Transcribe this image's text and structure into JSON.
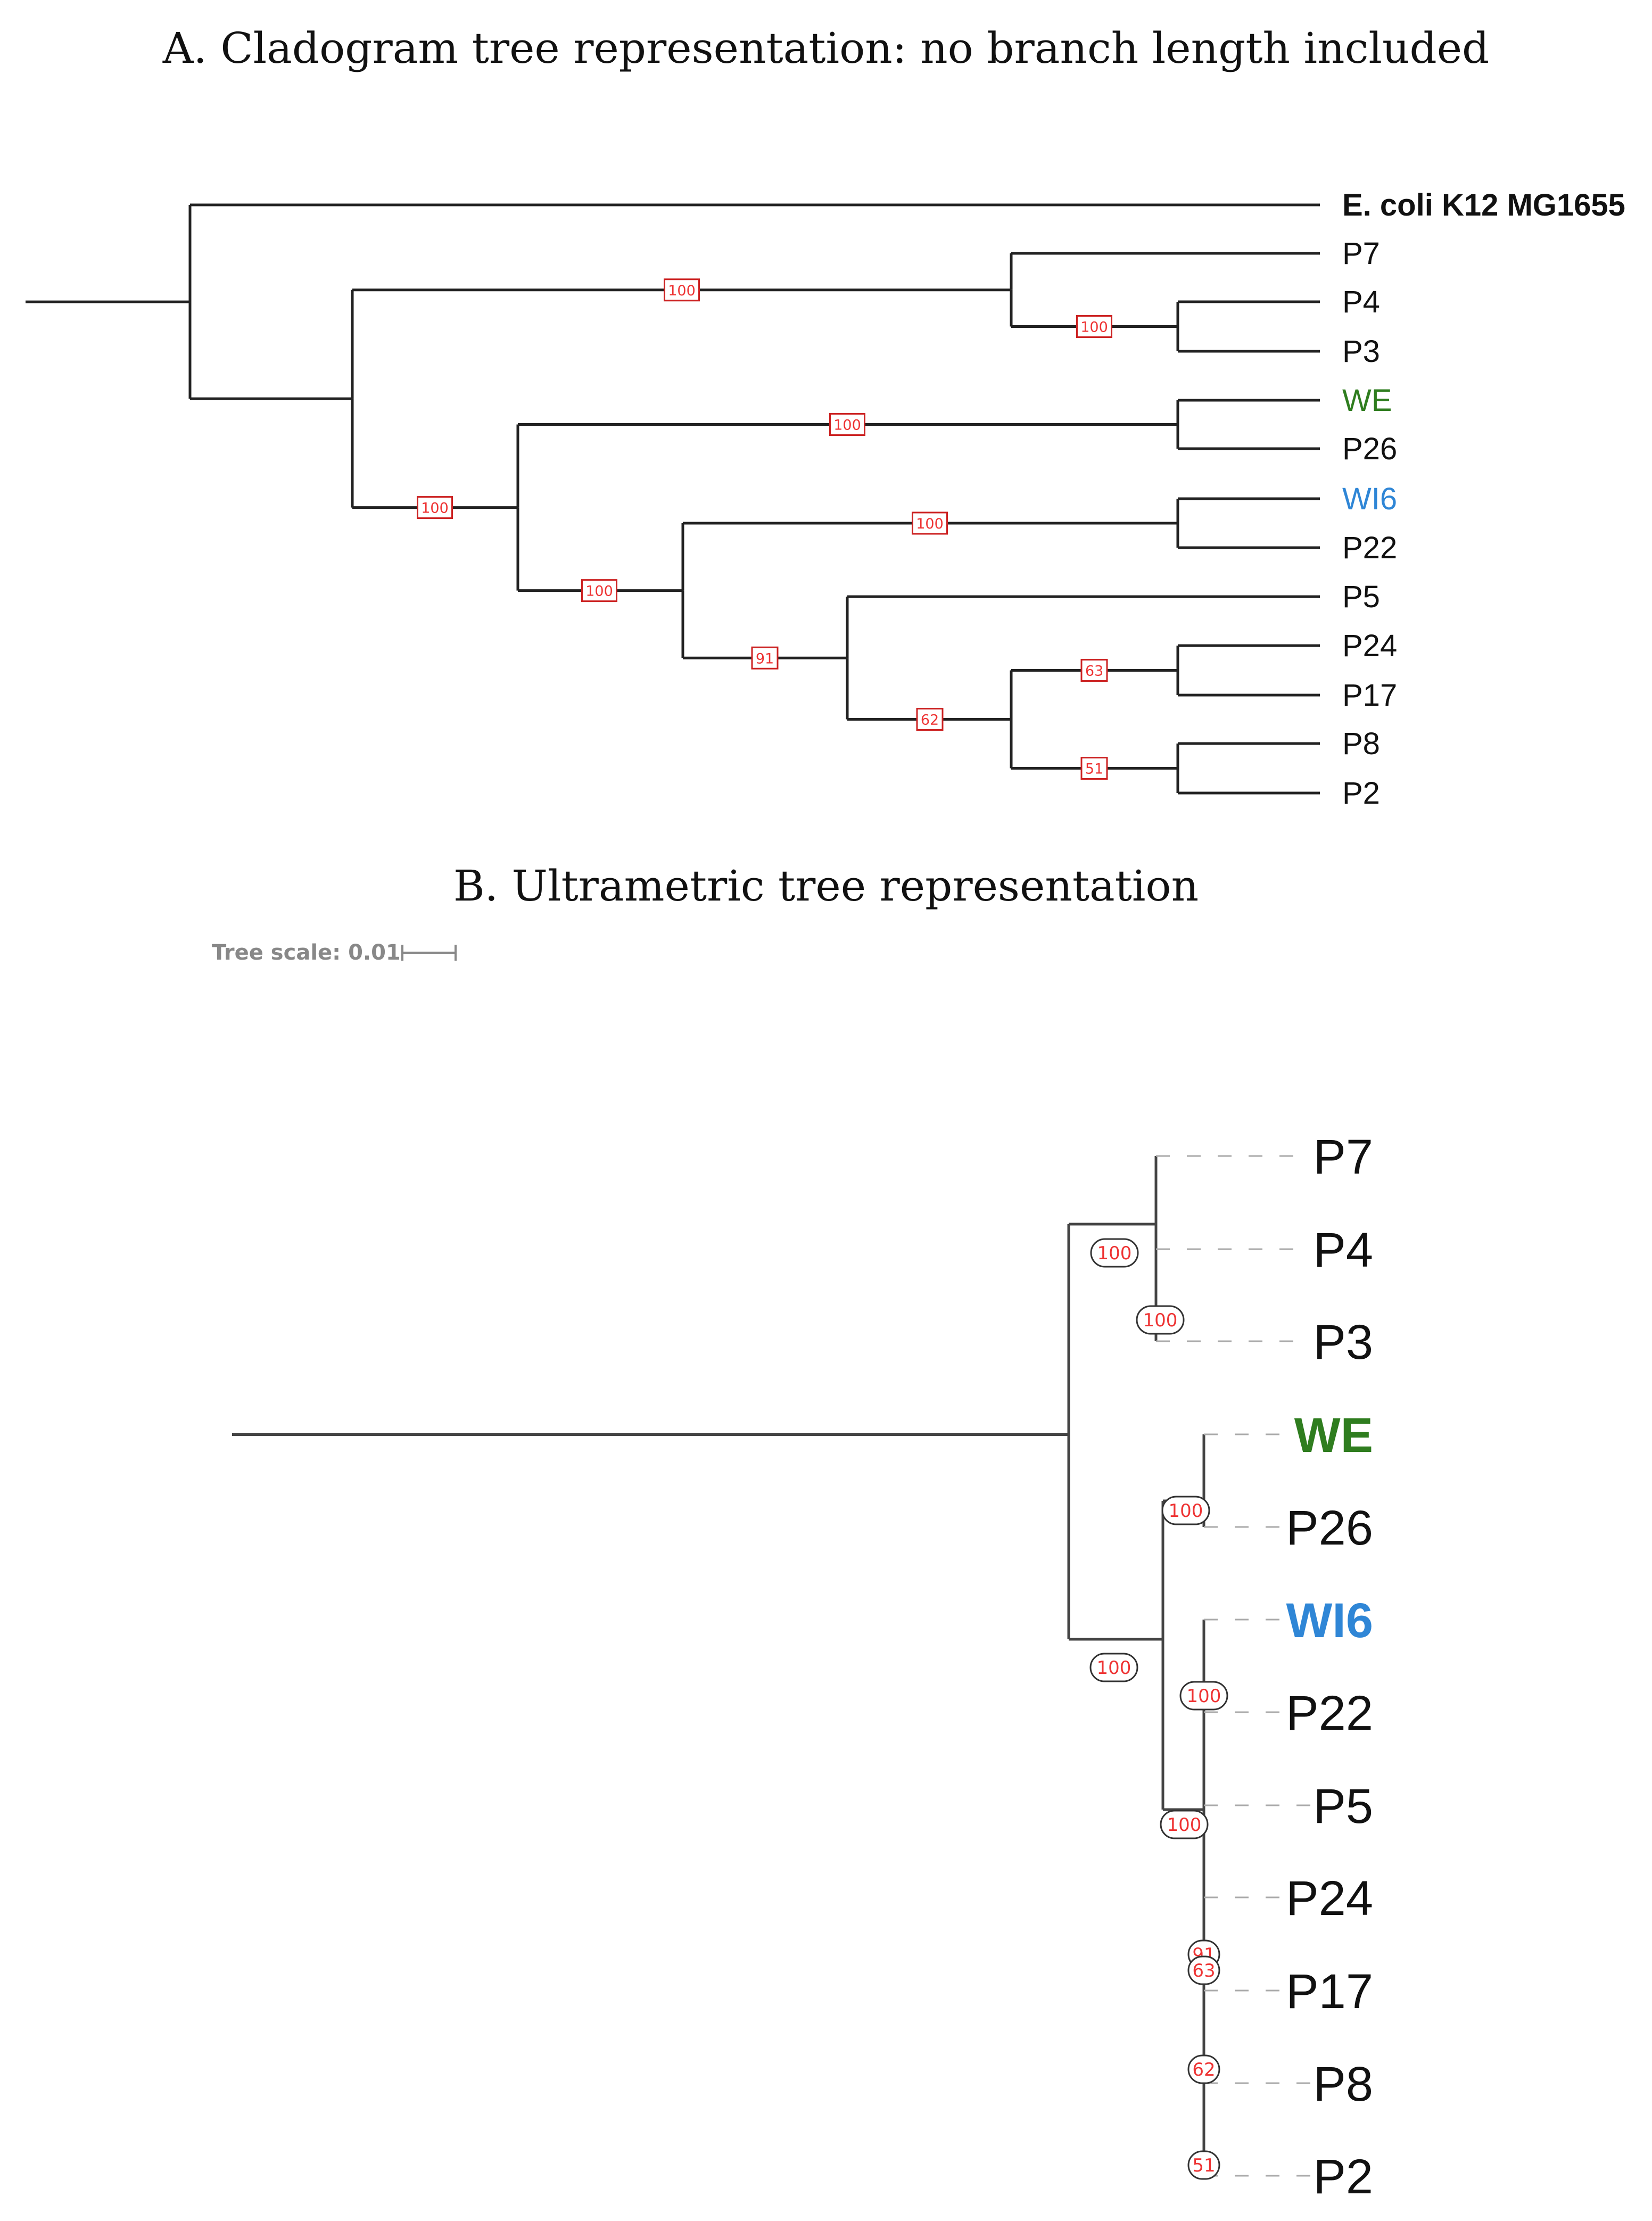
{
  "panel_a": {
    "title": "A. Cladogram tree representation: no branch length included",
    "leaves": [
      {
        "label": "E. coli K12 MG1655",
        "color": "#111111",
        "bold": true
      },
      {
        "label": "P7",
        "color": "#111111"
      },
      {
        "label": "P4",
        "color": "#111111"
      },
      {
        "label": "P3",
        "color": "#111111"
      },
      {
        "label": "WE",
        "color": "#2f7d1f"
      },
      {
        "label": "P26",
        "color": "#111111"
      },
      {
        "label": "WI6",
        "color": "#2f86d6"
      },
      {
        "label": "P22",
        "color": "#111111"
      },
      {
        "label": "P5",
        "color": "#111111"
      },
      {
        "label": "P24",
        "color": "#111111"
      },
      {
        "label": "P17",
        "color": "#111111"
      },
      {
        "label": "P8",
        "color": "#111111"
      },
      {
        "label": "P2",
        "color": "#111111"
      }
    ],
    "bootstrap": {
      "n_p7p4p3": "100",
      "n_p4p3": "100",
      "n_ingroup": "100",
      "n_wep26": "100",
      "n_rest": "100",
      "n_wi6p22": "100",
      "n_p5group": "91",
      "n_p24p17p8p2": "62",
      "n_p24p17": "63",
      "n_p8p2": "51"
    }
  },
  "panel_b": {
    "title": "B. Ultrametric tree representation",
    "scale_label": "Tree scale: 0.01",
    "leaves": [
      {
        "label": "P7",
        "color": "#111111"
      },
      {
        "label": "P4",
        "color": "#111111"
      },
      {
        "label": "P3",
        "color": "#111111"
      },
      {
        "label": "WE",
        "color": "#2f7d1f",
        "bold": true
      },
      {
        "label": "P26",
        "color": "#111111"
      },
      {
        "label": "WI6",
        "color": "#2f86d6",
        "bold": true
      },
      {
        "label": "P22",
        "color": "#111111"
      },
      {
        "label": "P5",
        "color": "#111111"
      },
      {
        "label": "P24",
        "color": "#111111"
      },
      {
        "label": "P17",
        "color": "#111111"
      },
      {
        "label": "P8",
        "color": "#111111"
      },
      {
        "label": "P2",
        "color": "#111111"
      }
    ],
    "bootstrap": [
      "100",
      "100",
      "100",
      "100",
      "100",
      "100",
      "91",
      "63",
      "62",
      "51"
    ]
  }
}
